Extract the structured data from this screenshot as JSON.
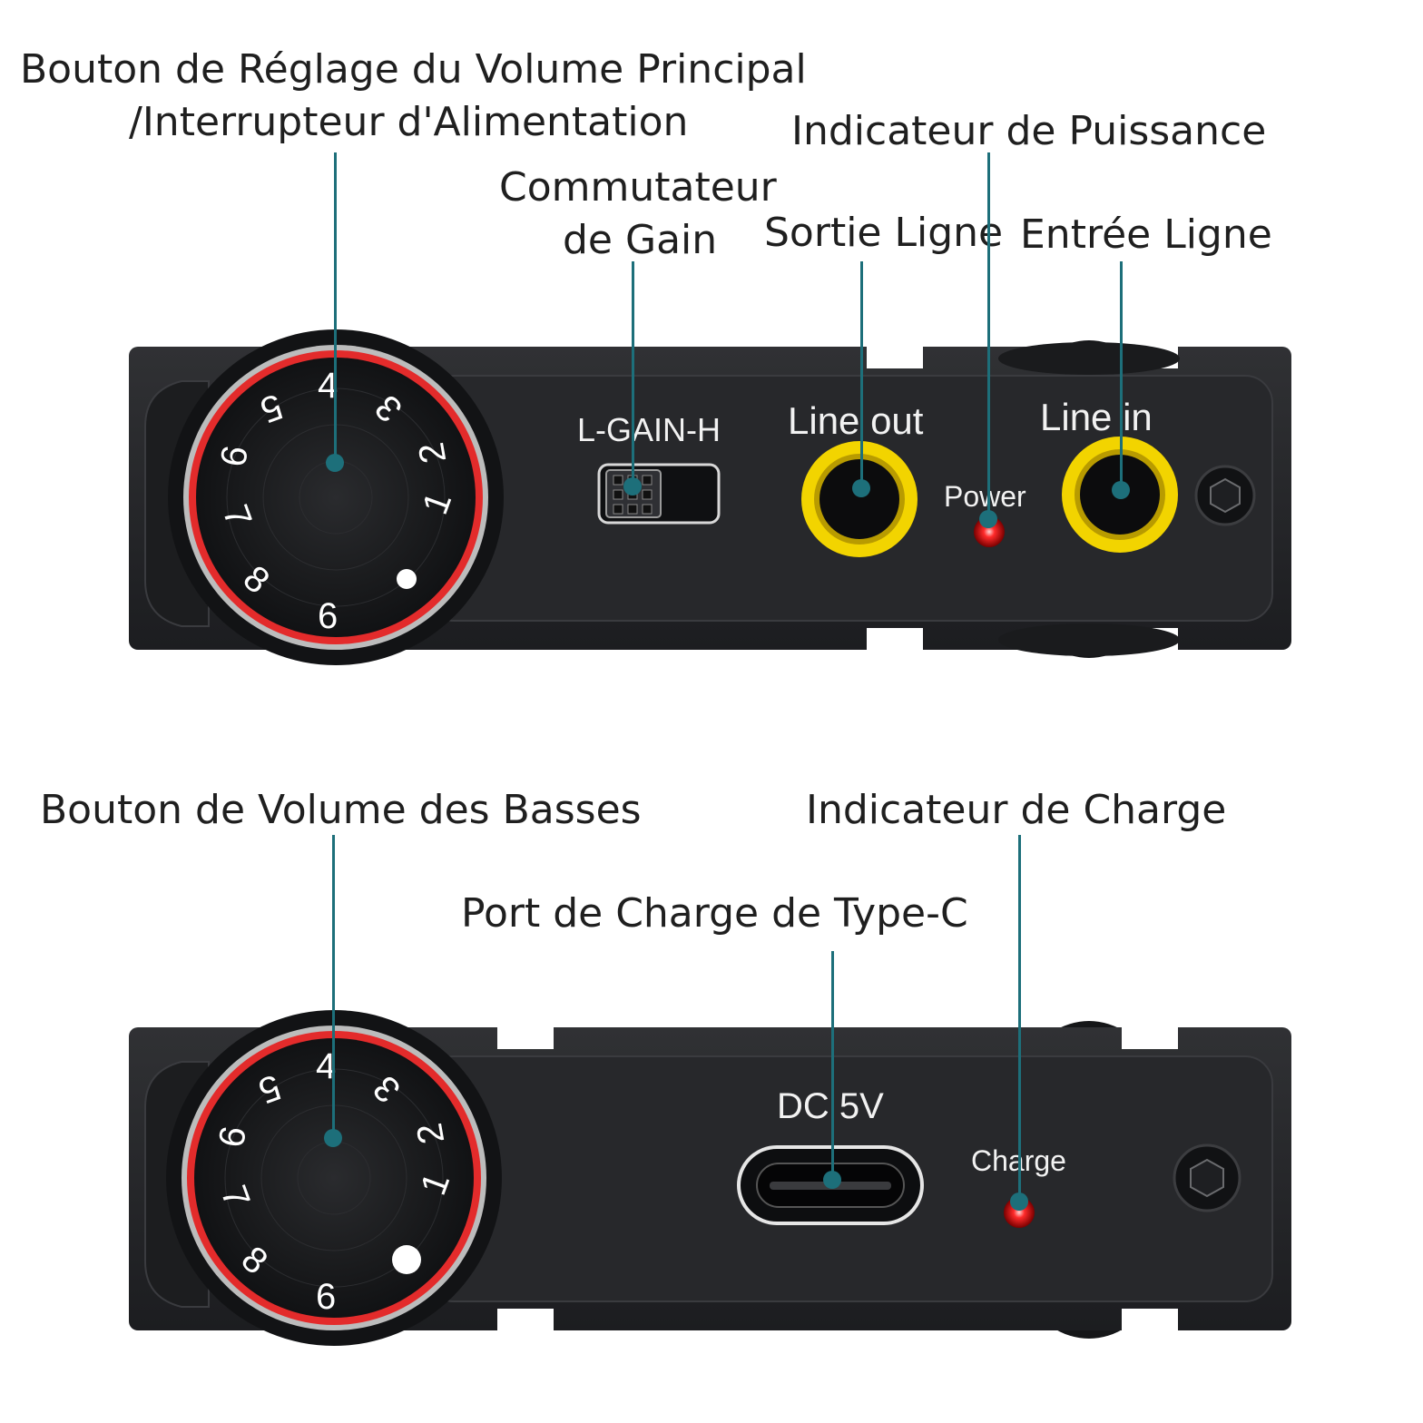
{
  "top_panel": {
    "callouts": {
      "main_volume_line1": "Bouton de Réglage du Volume Principal",
      "main_volume_line2": "/Interrupteur d'Alimentation",
      "power_indicator": "Indicateur de Puissance",
      "gain_switch_line1": "Commutateur",
      "gain_switch_line2": "de Gain",
      "line_out": "Sortie Ligne",
      "line_in": "Entrée Ligne"
    },
    "device_labels": {
      "gain": "L-GAIN-H",
      "line_out": "Line out",
      "power": "Power",
      "line_in": "Line in"
    },
    "dial_numbers": [
      "1",
      "2",
      "3",
      "4",
      "5",
      "6",
      "7",
      "8",
      "9"
    ]
  },
  "bottom_panel": {
    "callouts": {
      "bass_volume": "Bouton de Volume des Basses",
      "charge_indicator": "Indicateur de Charge",
      "type_c_port": "Port de Charge de Type-C"
    },
    "device_labels": {
      "dc": "DC 5V",
      "charge": "Charge"
    },
    "dial_numbers": [
      "1",
      "2",
      "3",
      "4",
      "5",
      "6",
      "7",
      "8",
      "9"
    ]
  },
  "colors": {
    "leader": "#1d6f7a",
    "dial_ring": "#e32b2b",
    "jack_ring": "#f2d400",
    "led": "#ff2a2a",
    "body": "#232427"
  }
}
